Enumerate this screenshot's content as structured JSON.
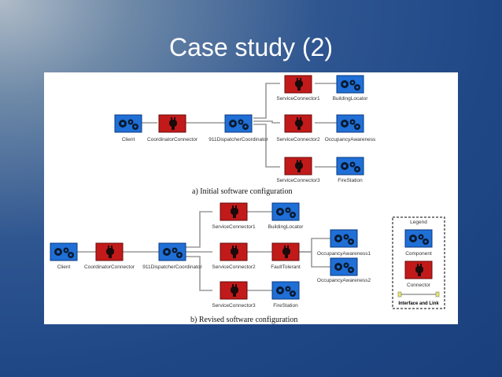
{
  "slide": {
    "title": "Case study (2)"
  },
  "colors": {
    "component": "#1f6fd6",
    "connector": "#c21a1a",
    "link": "#9a9a9a",
    "port": "#e8e86a"
  },
  "initial": {
    "caption": "a)   Initial software configuration",
    "nodes": {
      "client": "Client",
      "coordinator": "CoordinatorConnector",
      "dispatcher": "911DispatcherCoordinator",
      "sc1": "ServiceConnector1",
      "sc2": "ServiceConnector2",
      "sc3": "ServiceConnector3",
      "building": "BuildingLocator",
      "occupancy": "OccupancyAwareness",
      "fire": "FireStation"
    }
  },
  "revised": {
    "caption": "b)   Revised software configuration",
    "nodes": {
      "client": "Client",
      "coordinator": "CoordinatorConnector",
      "dispatcher": "911DispatcherCoordinator",
      "sc1": "ServiceConnector1",
      "sc2": "ServiceConnector2",
      "sc3": "ServiceConnector3",
      "building": "BuildingLocator",
      "fault": "FaultTolerant",
      "occ1": "OccupancyAwareness1",
      "occ2": "OccupancyAwareness2",
      "fire": "FireStation"
    }
  },
  "legend": {
    "title": "Legend",
    "component": "Component",
    "connector": "Connector",
    "link": "Interface and Link"
  }
}
